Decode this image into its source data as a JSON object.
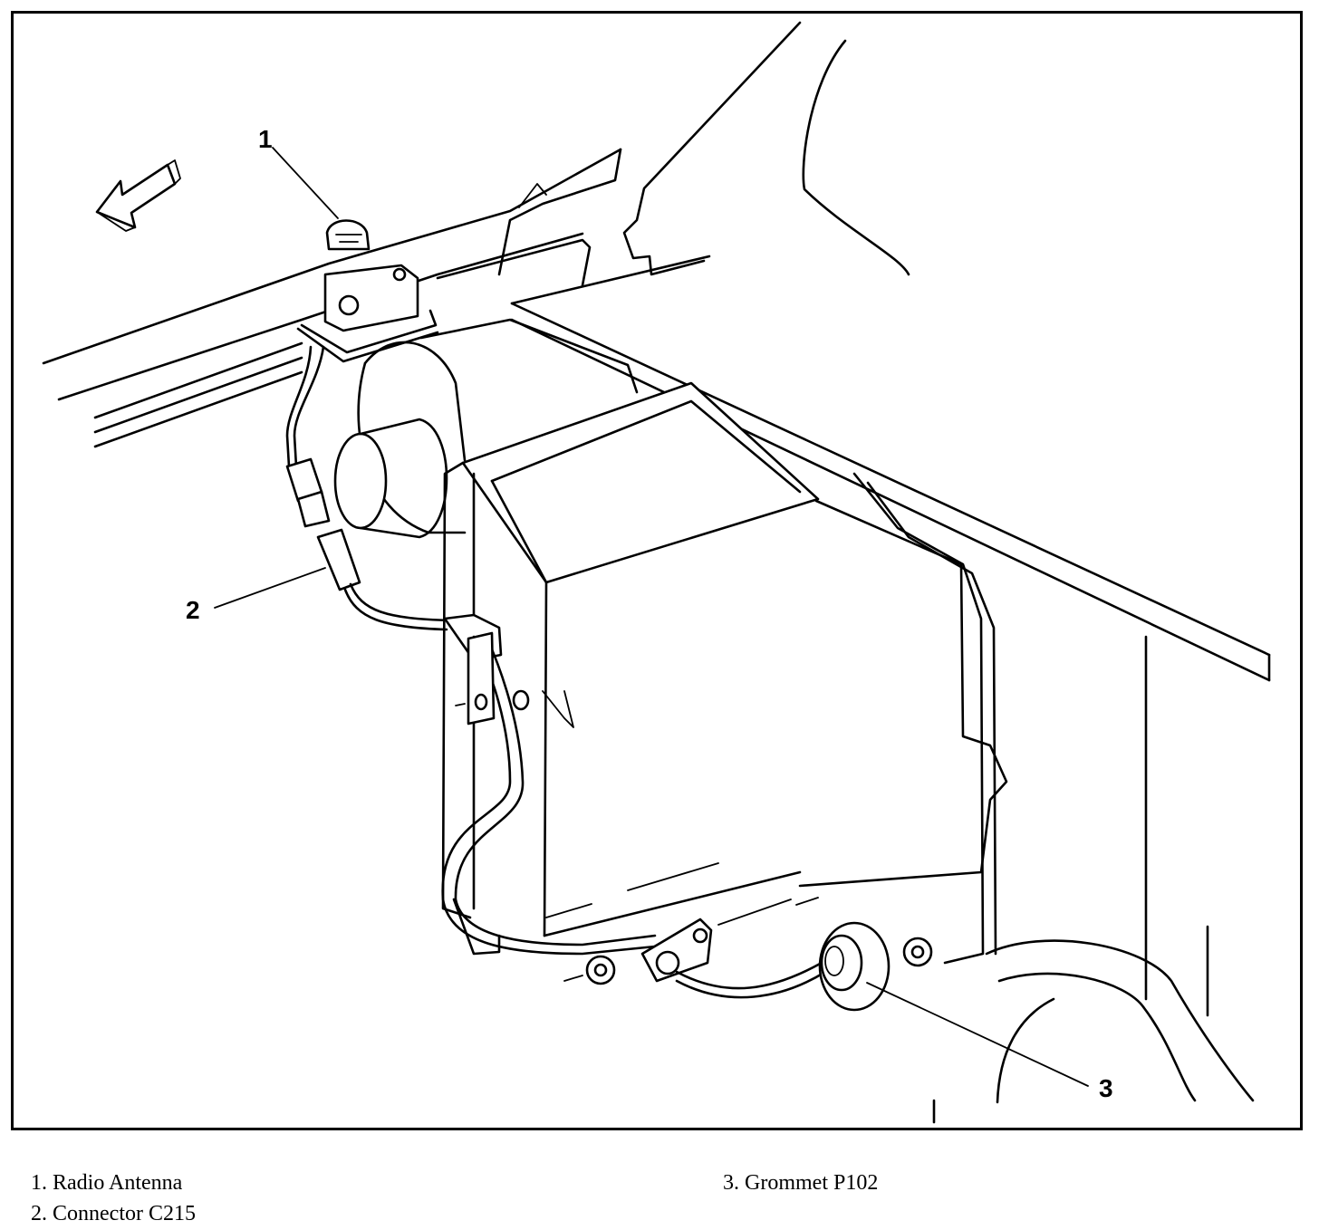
{
  "diagram": {
    "callouts": [
      {
        "number": "1"
      },
      {
        "number": "2"
      },
      {
        "number": "3"
      }
    ]
  },
  "legend": [
    {
      "text": "1. Radio Antenna"
    },
    {
      "text": "2. Connector C215"
    },
    {
      "text": "3. Grommet P102"
    }
  ]
}
